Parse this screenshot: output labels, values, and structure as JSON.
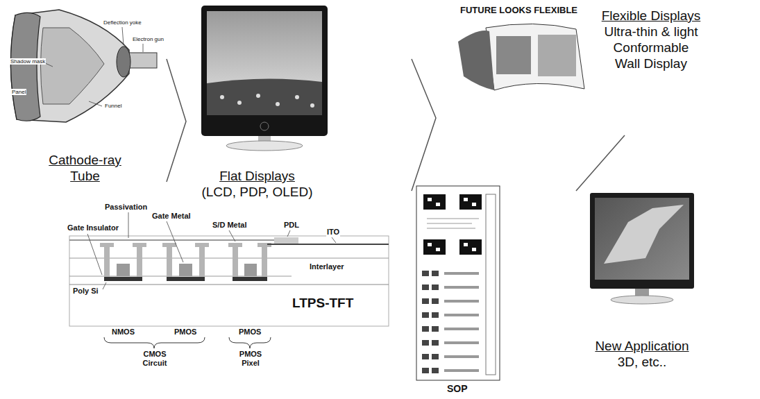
{
  "diagram": {
    "nodes": [
      {
        "text": [
          "Cathode-ray Tube"
        ]
      },
      {
        "text": [
          "Flat Displays",
          "(LCD, PDP, OLED)"
        ]
      },
      {
        "text": [
          "Flexible Displays",
          "Ultra-thin & light Conformable Wall Display"
        ]
      },
      {
        "text": [
          "New Application",
          "3D, etc.."
        ]
      }
    ],
    "edges": [
      {
        "from": 0,
        "to": 1,
        "arrow": "to"
      },
      {
        "from": 1,
        "to": 2,
        "arrow": "to"
      },
      {
        "from": 2,
        "to": 3,
        "arrow": "none"
      }
    ],
    "labels": [
      "Deflection yoke",
      "Electron gun",
      "Shadow mask",
      "Panel",
      "Funnel",
      "FUTURE LOOKS FLEXIBLE",
      "Passivation",
      "Gate Metal",
      "S/D Metal",
      "PDL",
      "ITO",
      "Gate Insulator",
      "Poly Si",
      "Interlayer",
      "LTPS-TFT",
      "NMOS",
      "PMOS",
      "PMOS",
      "CMOS Circuit",
      "PMOS Pixel",
      "SOP"
    ]
  }
}
